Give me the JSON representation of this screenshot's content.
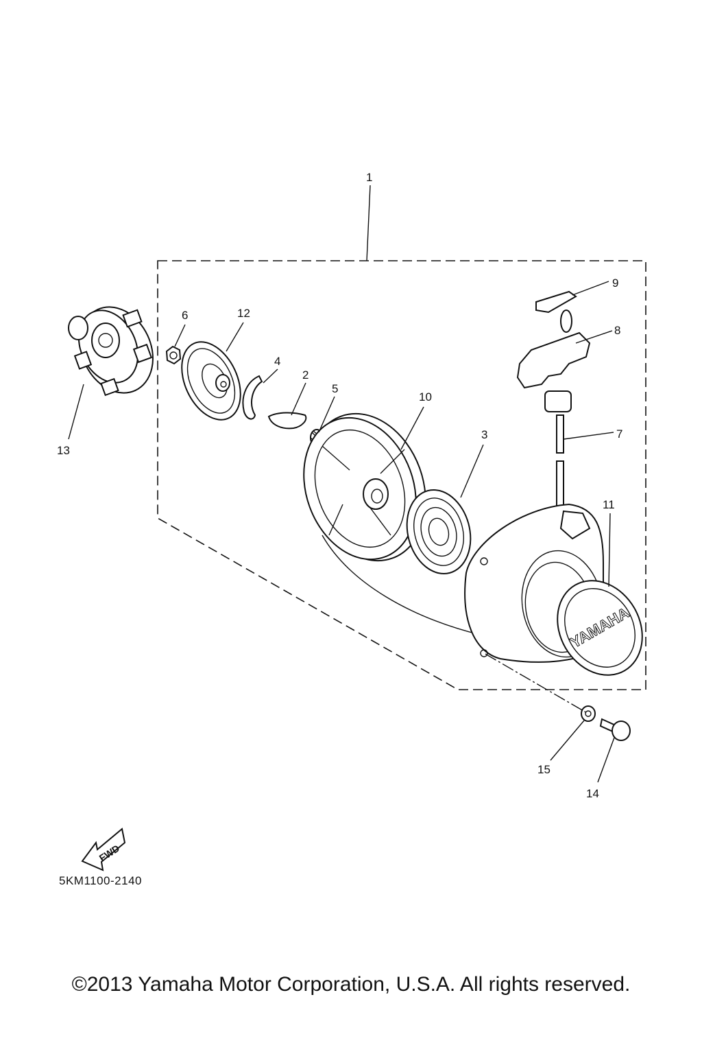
{
  "callouts": [
    "1",
    "2",
    "3",
    "4",
    "5",
    "6",
    "7",
    "8",
    "9",
    "10",
    "11",
    "12",
    "13",
    "14",
    "15"
  ],
  "cover_logo_text": "YAMAHA",
  "fwd_label": "FWD",
  "drawing_code": "5KM1100-2140",
  "copyright": "©2013 Yamaha Motor Corporation, U.S.A. All rights reserved."
}
